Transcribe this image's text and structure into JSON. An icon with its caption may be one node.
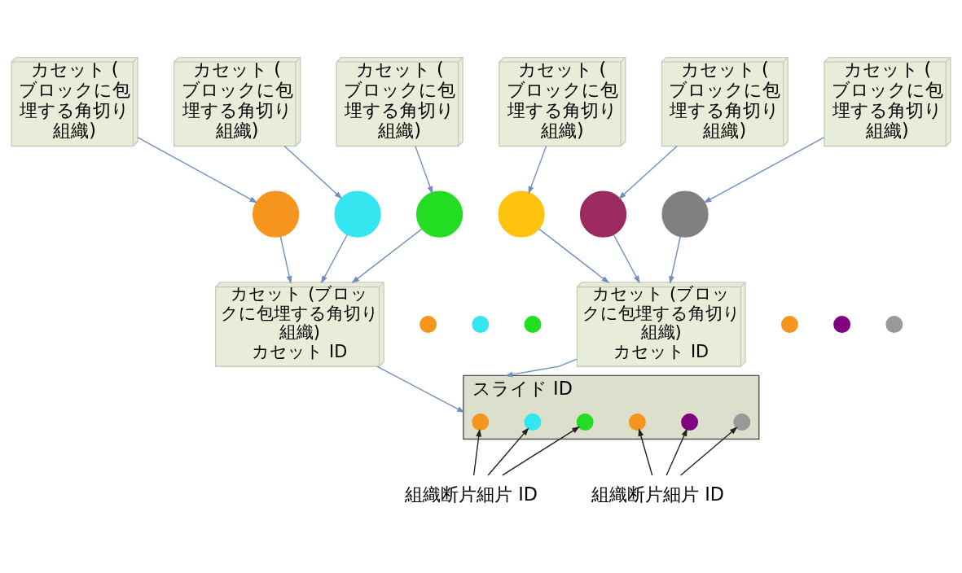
{
  "diagram": {
    "nodes": [
      {
        "text": [
          "カセット (ブロックに包埋する角切り組織)"
        ]
      },
      {
        "text": [
          "カセット (ブロックに包埋する角切り組織)"
        ]
      },
      {
        "text": [
          "カセット (ブロックに包埋する角切り組織)"
        ]
      },
      {
        "text": [
          "カセット (ブロックに包埋する角切り組織)"
        ]
      },
      {
        "text": [
          "カセット (ブロックに包埋する角切り組織)"
        ]
      },
      {
        "text": [
          "カセット (ブロックに包埋する角切り組織)"
        ]
      },
      {
        "text": [],
        "shape": "circle"
      },
      {
        "text": [],
        "shape": "circle"
      },
      {
        "text": [],
        "shape": "circle"
      },
      {
        "text": [],
        "shape": "circle"
      },
      {
        "text": [],
        "shape": "circle"
      },
      {
        "text": [],
        "shape": "circle"
      },
      {
        "text": [
          "カセット (ブロックに包埋する角切り組織)",
          "カセット ID"
        ]
      },
      {
        "text": [
          "カセット (ブロックに包埋する角切り組織)",
          "カセット ID"
        ]
      },
      {
        "text": [],
        "shape": "circle"
      },
      {
        "text": [],
        "shape": "circle"
      },
      {
        "text": [],
        "shape": "circle"
      },
      {
        "text": [],
        "shape": "circle"
      },
      {
        "text": [],
        "shape": "circle"
      },
      {
        "text": [],
        "shape": "circle"
      },
      {
        "text": [
          "スライド ID"
        ]
      },
      {
        "text": [],
        "shape": "circle",
        "in": 20
      },
      {
        "text": [],
        "shape": "circle",
        "in": 20
      },
      {
        "text": [],
        "shape": "circle",
        "in": 20
      },
      {
        "text": [],
        "shape": "circle",
        "in": 20
      },
      {
        "text": [],
        "shape": "circle",
        "in": 20
      },
      {
        "text": [],
        "shape": "circle",
        "in": 20
      },
      {
        "text": [
          "組織断片細片 ID"
        ]
      },
      {
        "text": [
          "組織断片細片 ID"
        ]
      }
    ],
    "edges": [
      {
        "from": 0,
        "to": 6,
        "arrow": "to"
      },
      {
        "from": 1,
        "to": 7,
        "arrow": "to"
      },
      {
        "from": 2,
        "to": 8,
        "arrow": "to"
      },
      {
        "from": 3,
        "to": 9,
        "arrow": "to"
      },
      {
        "from": 4,
        "to": 10,
        "arrow": "to"
      },
      {
        "from": 5,
        "to": 11,
        "arrow": "to"
      },
      {
        "from": 6,
        "to": 12,
        "arrow": "to"
      },
      {
        "from": 7,
        "to": 12,
        "arrow": "to"
      },
      {
        "from": 8,
        "to": 12,
        "arrow": "to"
      },
      {
        "from": 9,
        "to": 13,
        "arrow": "to"
      },
      {
        "from": 10,
        "to": 13,
        "arrow": "to"
      },
      {
        "from": 11,
        "to": 13,
        "arrow": "to"
      },
      {
        "from": 12,
        "to": 20,
        "arrow": "to"
      },
      {
        "from": 13,
        "to": 20,
        "arrow": "to"
      },
      {
        "from": 27,
        "to": 21,
        "arrow": "to",
        "color": "#222222"
      },
      {
        "from": 27,
        "to": 22,
        "arrow": "to",
        "color": "#222222"
      },
      {
        "from": 27,
        "to": 23,
        "arrow": "to",
        "color": "#222222"
      },
      {
        "from": 28,
        "to": 24,
        "arrow": "to",
        "color": "#222222"
      },
      {
        "from": 28,
        "to": 25,
        "arrow": "to",
        "color": "#222222"
      },
      {
        "from": 28,
        "to": 26,
        "arrow": "to",
        "color": "#222222"
      }
    ]
  }
}
